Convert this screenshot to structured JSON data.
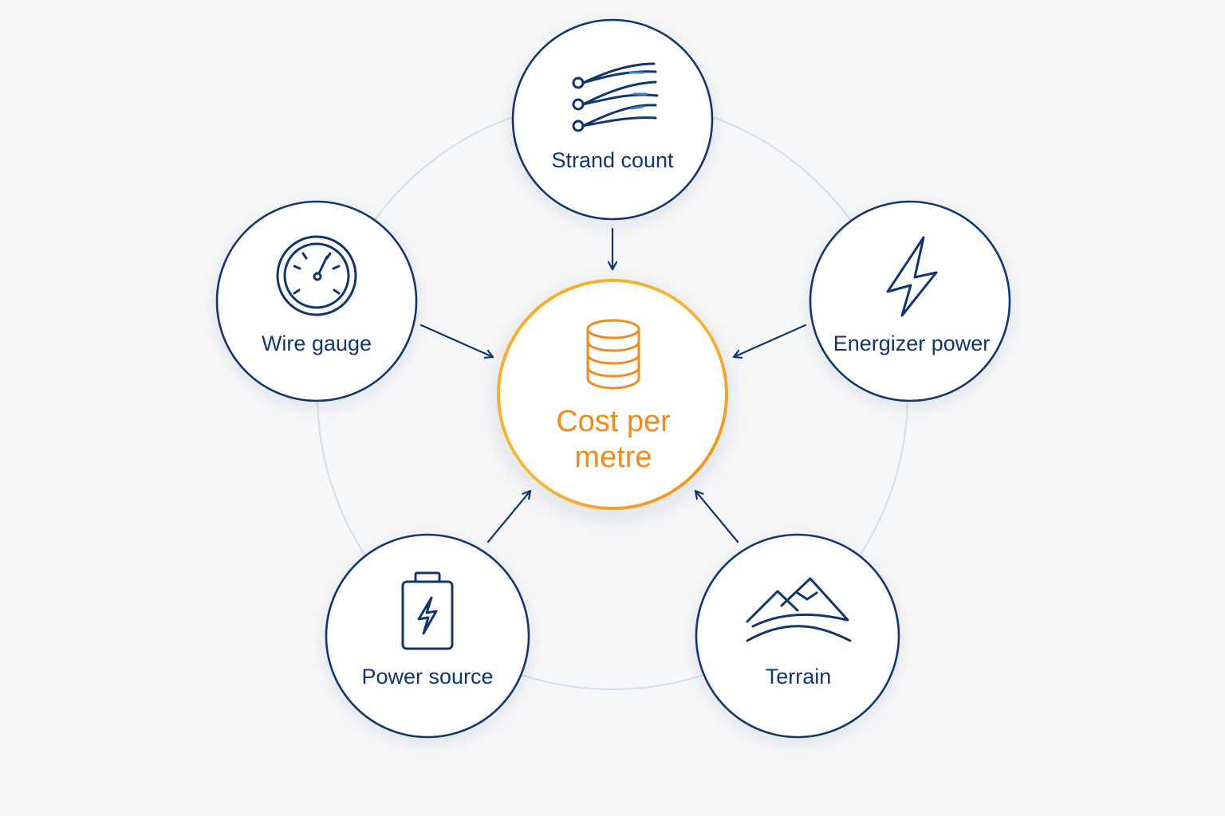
{
  "center": {
    "label_line1": "Cost per",
    "label_line2": "metre",
    "icon": "coin-stack-icon",
    "color": "#f18a1d"
  },
  "nodes": {
    "strand_count": {
      "label": "Strand count",
      "icon": "wire-strands-icon"
    },
    "wire_gauge": {
      "label": "Wire gauge",
      "icon": "gauge-icon"
    },
    "energizer_power": {
      "label": "Energizer power",
      "icon": "lightning-bolt-icon"
    },
    "power_source": {
      "label": "Power source",
      "icon": "battery-icon"
    },
    "terrain": {
      "label": "Terrain",
      "icon": "mountains-icon"
    }
  },
  "colors": {
    "node_stroke": "#12356e",
    "ring": "#d3deea",
    "background": "#f6f7f8",
    "accent": "#f18a1d"
  }
}
